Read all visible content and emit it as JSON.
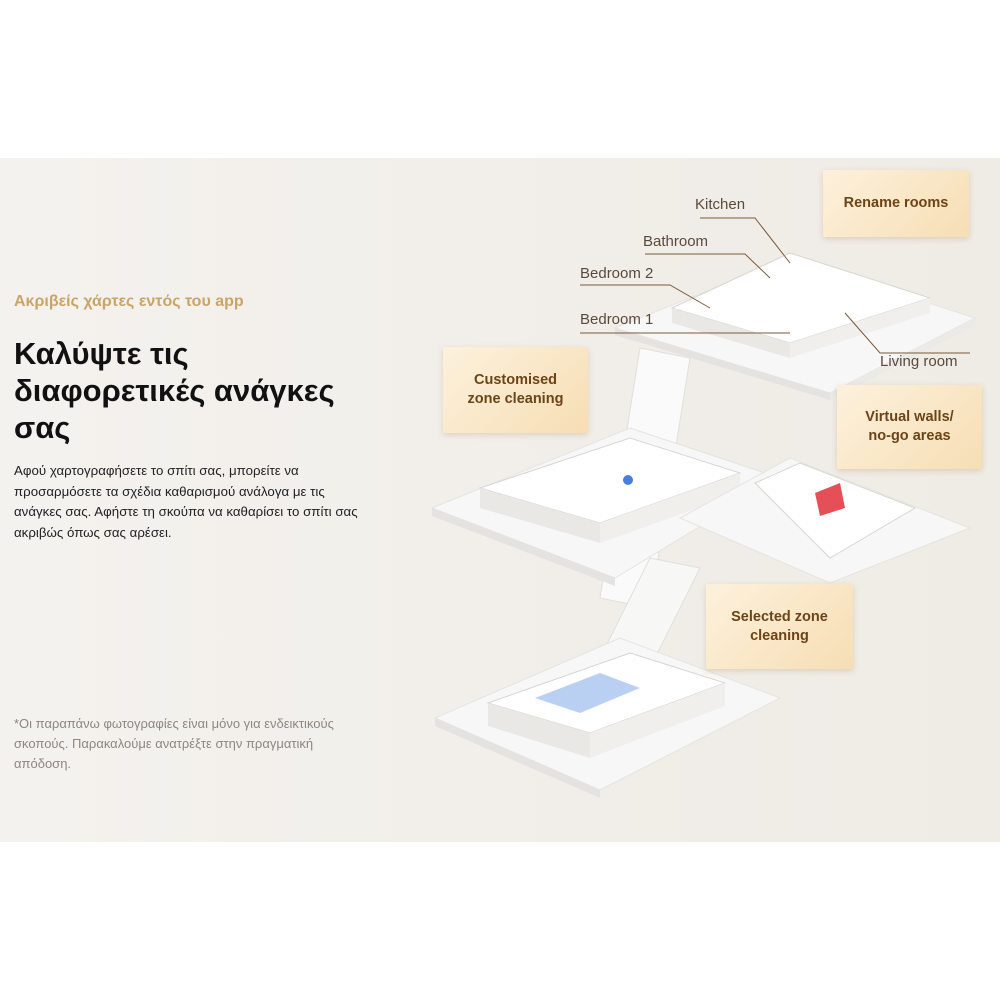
{
  "subtitle": "Ακριβείς χάρτες εντός του app",
  "title": "Καλύψτε τις διαφορετικές ανάγκες σας",
  "description": "Αφού χαρτογραφήσετε το σπίτι σας, μπορείτε να προσαρμόσετε τα σχέδια καθαρισμού ανάλογα με τις ανάγκες σας. Αφήστε τη σκούπα να καθαρίσει το σπίτι σας ακριβώς όπως σας αρέσει.",
  "note": "*Οι παραπάνω φωτογραφίες είναι μόνο για ενδεικτικούς σκοπούς. Παρακαλούμε ανατρέξτε στην πραγματική απόδοση.",
  "rooms": {
    "kitchen": "Kitchen",
    "bathroom": "Bathroom",
    "bedroom2": "Bedroom 2",
    "bedroom1": "Bedroom 1",
    "living": "Living room"
  },
  "callouts": {
    "rename": "Rename rooms",
    "customised": "Customised zone cleaning",
    "virtual": "Virtual walls/ no-go areas",
    "selected": "Selected zone cleaning"
  },
  "colors": {
    "accent": "#c9a469",
    "zone": "#a9c4f0",
    "nogo": "#e0303a"
  }
}
